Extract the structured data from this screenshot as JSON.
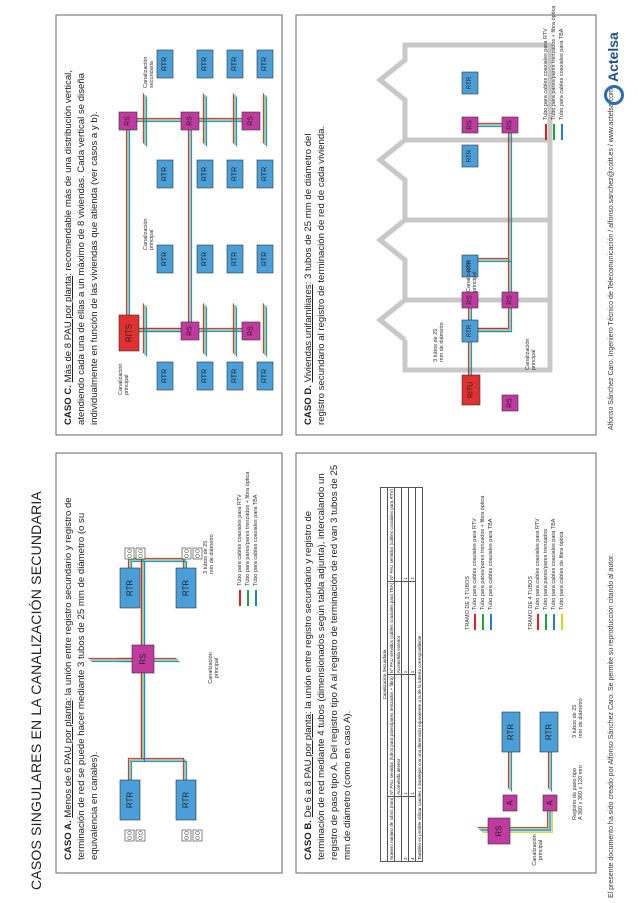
{
  "title": "CASOS SINGULARES EN LA CANALIZACIÓN SECUNDARIA",
  "caseA": {
    "label": "CASO A.",
    "lead": "Menos de 6 PAU por planta",
    "text": ": la unión entre registro secundario y registro de terminación de red se puede hacer mediante 3 tubos de 25 mm de diámetro (o su equivalencia en canales).",
    "tubes_note": "3 tubos de 25 mm de diámetro",
    "canal_principal": "Canalización principal"
  },
  "caseB": {
    "label": "CASO B.",
    "lead": "De 6 a 8 PAU por planta",
    "text": ": la unión entre registro secundario y registro de terminación de red mediante 4 tubos (dimensionados según tabla adjunta), intercalando un registro de paso tipo A. Del registro tipo A al registro de terminación de red van 3 tubos de 25 mm de diámetro (como en caso A).",
    "canal_principal": "Canalización principal",
    "registro_paso": "Registro de paso tipo A 360 x 360 x 120 mm",
    "tubes_note": "3 tubos de 25 mm de diámetro",
    "tramo3": "TRAMO DE 3 TUBOS",
    "tramo4": "TRAMO DE 4 TUBOS",
    "table": {
      "header": "Canalización Secundaria",
      "cols": [
        "Número mínimo de tubos (mm)",
        "Nº PAU servidos (tubos para pares/pares trenzados + fibra)",
        "Nº PAU servidos (cables coaxiales para TBA)",
        "Nº PAU servidos (cables coaxiales para RTV)"
      ],
      "rows": [
        [
          "3",
          "1",
          "1",
          "1"
        ],
        [
          "4",
          "1",
          "1",
          "2"
        ]
      ],
      "sub": [
        "Acometida interior",
        "Acometida exterior"
      ],
      "note": "También es posible utilizar canales o bandejas con una dimensión equivalente a la de la tubería correspondiente"
    }
  },
  "caseC": {
    "label": "CASO C.",
    "lead": "Más de 8 PAU por planta",
    "text": ": recomendable más de una distribución vertical, atendiendo cada una de ellas a un máximo de 8 viviendas. Cada vertical se diseña individualmente en función de las viviendas que atienda (ver casos a y b).",
    "canal_principal": "Canalización principal",
    "canal_secundaria": "Canalización secundaria"
  },
  "caseD": {
    "label": "CASO D.",
    "lead": "Viviendas unifamiliares",
    "text": ": 3 tubos de 25 mm de diámetro del registro secundario al registro de terminación de red de cada vivienda.",
    "canal_principal": "Canalización principal",
    "tubes_note": "3 tubos de 25 mm de diámetro"
  },
  "boxes": {
    "rtr": "RTR",
    "rs": "RS",
    "rits": "RITS",
    "ritu": "RITU",
    "a": "A"
  },
  "legend3": [
    {
      "text": "Tubo para cables coaxiales para RTV",
      "color": "#e02020"
    },
    {
      "text": "Tubo para pares/pares trenzados + fibra óptica",
      "color": "#20a040"
    },
    {
      "text": "Tubo para cables coaxiales para TBA",
      "color": "#2080d0"
    }
  ],
  "legend4": [
    {
      "text": "Tubo para cables coaxiales para RTV",
      "color": "#e02020"
    },
    {
      "text": "Tubo para pares/pares trenzados",
      "color": "#20a040"
    },
    {
      "text": "Tubo para cables coaxiales para TBA",
      "color": "#2080d0"
    },
    {
      "text": "Tubo para cables de fibra óptica",
      "color": "#e0d020"
    }
  ],
  "footer": {
    "left": "El presente documento ha sido creado por Alfonso Sánchez Caro. Se permite su reproducción citando al autor.",
    "right": "Alfonso Sánchez Caro. Ingeniero Técnico de Telecomunicación / alfonso.sanchez@coitt.es / www.actelsa.com"
  },
  "brand": "Actelsa"
}
